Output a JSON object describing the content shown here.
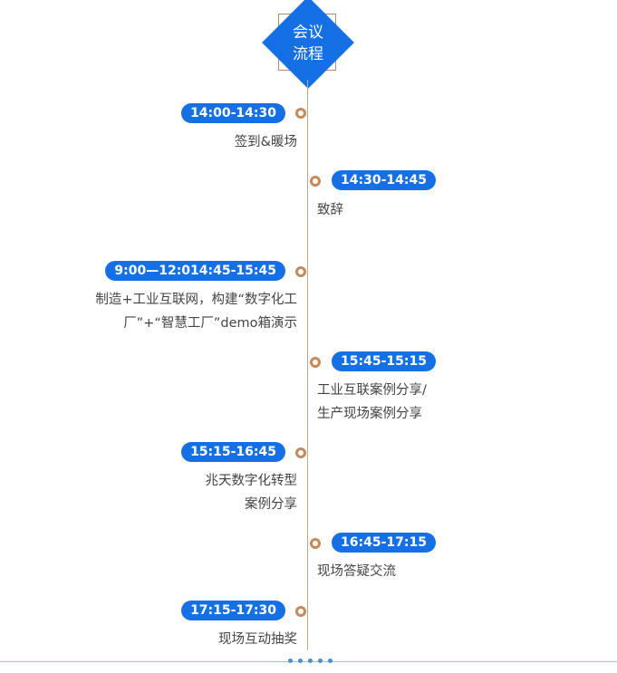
{
  "header": {
    "title_line1": "会议",
    "title_line2": "流程"
  },
  "agenda": [
    {
      "time": "14:00-14:30",
      "lines": [
        "签到&暖场"
      ],
      "side": "left"
    },
    {
      "time": "14:30-14:45",
      "lines": [
        "致辞"
      ],
      "side": "right"
    },
    {
      "time": "9:00—12:014:45-15:45",
      "lines": [
        "制造+工业互联网，构建“数字化工",
        "厂”+“智慧工厂”demo箱演示"
      ],
      "side": "left"
    },
    {
      "time": "15:45-15:15",
      "lines": [
        "工业互联案例分享/",
        "生产现场案例分享"
      ],
      "side": "right"
    },
    {
      "time": "15:15-16:45",
      "lines": [
        "兆天数字化转型",
        "案例分享"
      ],
      "side": "left"
    },
    {
      "time": "16:45-17:15",
      "lines": [
        "现场答疑交流"
      ],
      "side": "right"
    },
    {
      "time": "17:15-17:30",
      "lines": [
        "现场互动抽奖"
      ],
      "side": "left"
    }
  ],
  "colors": {
    "accent": "#1570e6",
    "node": "#c48a5a",
    "line": "#c5a58a"
  }
}
